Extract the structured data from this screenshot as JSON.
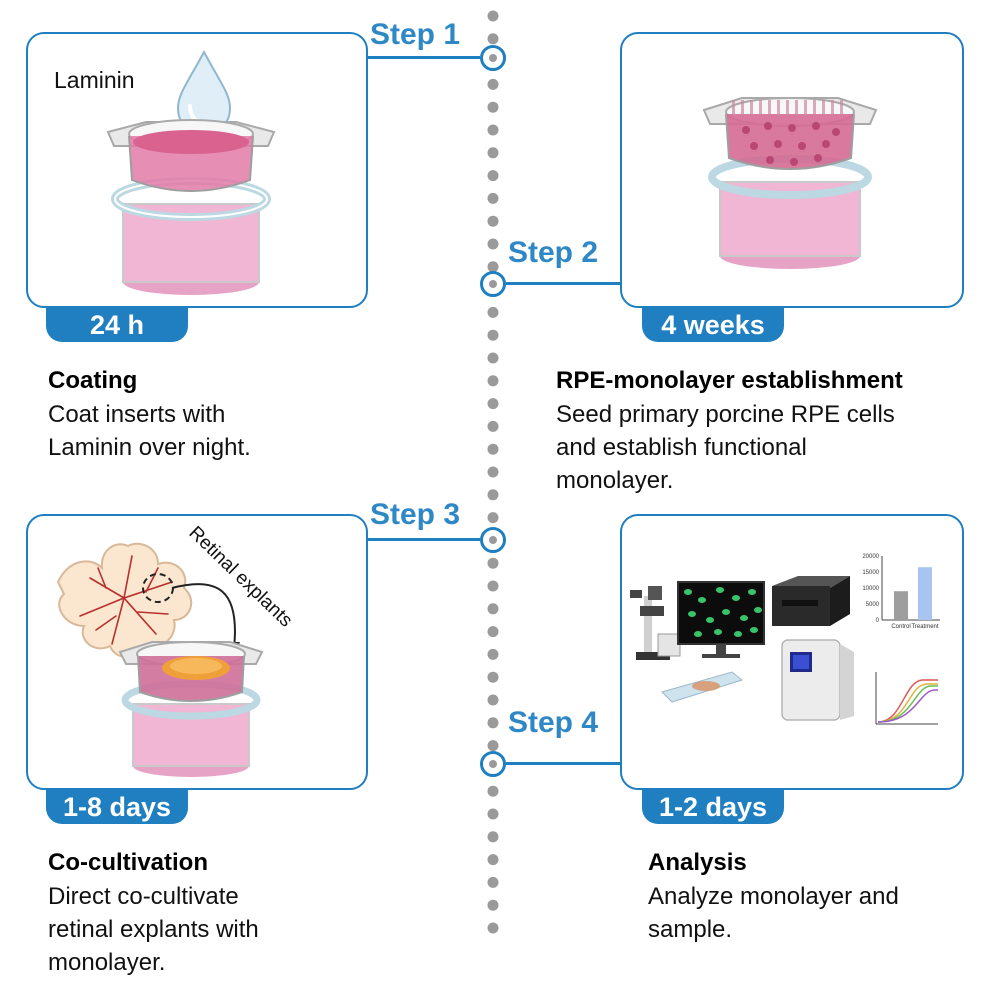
{
  "steps": [
    {
      "label": "Step 1",
      "badge": "24 h",
      "title": "Coating",
      "desc": [
        "Coat inserts with",
        "Laminin over night."
      ],
      "annotation": "Laminin"
    },
    {
      "label": "Step 2",
      "badge": "4 weeks",
      "title": "RPE-monolayer establishment",
      "desc": [
        "Seed primary porcine RPE cells",
        "and establish functional",
        "monolayer."
      ]
    },
    {
      "label": "Step 3",
      "badge": "1-8 days",
      "title": "Co-cultivation",
      "desc": [
        "Direct co-cultivate",
        "retinal explants with",
        "monolayer."
      ],
      "annotation": "Retinal explants"
    },
    {
      "label": "Step 4",
      "badge": "1-2 days",
      "title": "Analysis",
      "desc": [
        "Analyze monolayer and",
        "sample."
      ],
      "mini_chart": {
        "type": "bar",
        "categories": [
          "Control",
          "Treatment"
        ],
        "values": [
          9000,
          16500
        ],
        "yticks": [
          "20000",
          "15000",
          "10000",
          "5000",
          "0"
        ]
      }
    }
  ],
  "colors": {
    "accent": "#1f7fc1",
    "medium": "#e25d9c",
    "timeline_dot": "#9a9a9a"
  }
}
